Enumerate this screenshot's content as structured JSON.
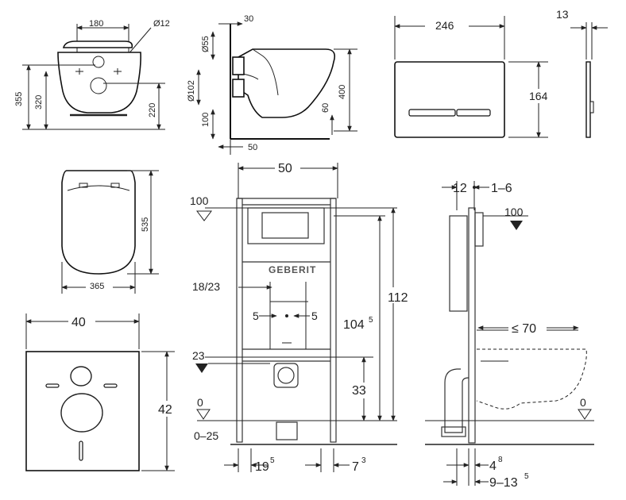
{
  "bowl_front": {
    "width": "180",
    "diameter": "Ø12",
    "height_total": "355",
    "height_seat": "320",
    "height_holes": "220"
  },
  "bowl_side": {
    "top_offset": "30",
    "pipe_diameter": "Ø55",
    "outlet_diameter": "Ø102",
    "height_bottom": "100",
    "depth_bottom": "50",
    "height_60": "60",
    "height_400": "400"
  },
  "flush_plate": {
    "width": "246",
    "height": "164",
    "thickness": "13"
  },
  "seat": {
    "length": "535",
    "width": "365"
  },
  "gasket": {
    "width": "40",
    "height": "42"
  },
  "frame_front": {
    "width": "50",
    "level_100": "100",
    "spacing": "18/23",
    "offset_left": "5",
    "offset_right": "5",
    "height_112": "112",
    "height_104": "104",
    "height_104_sup": "5",
    "level_23": "23",
    "height_33": "33",
    "level_0": "0",
    "range_0_25": "0–25",
    "bottom_19": "19",
    "bottom_19_sup": "5",
    "bottom_7": "7",
    "bottom_7_sup": "3",
    "brand": "GEBERIT"
  },
  "frame_side": {
    "depth_12": "12",
    "depth_1_6": "1–6",
    "level_100": "100",
    "projection": "≤ 70",
    "level_0": "0",
    "bottom_4": "4",
    "bottom_4_sup": "8",
    "bottom_9_13": "9–13",
    "bottom_9_13_sup": "5"
  }
}
